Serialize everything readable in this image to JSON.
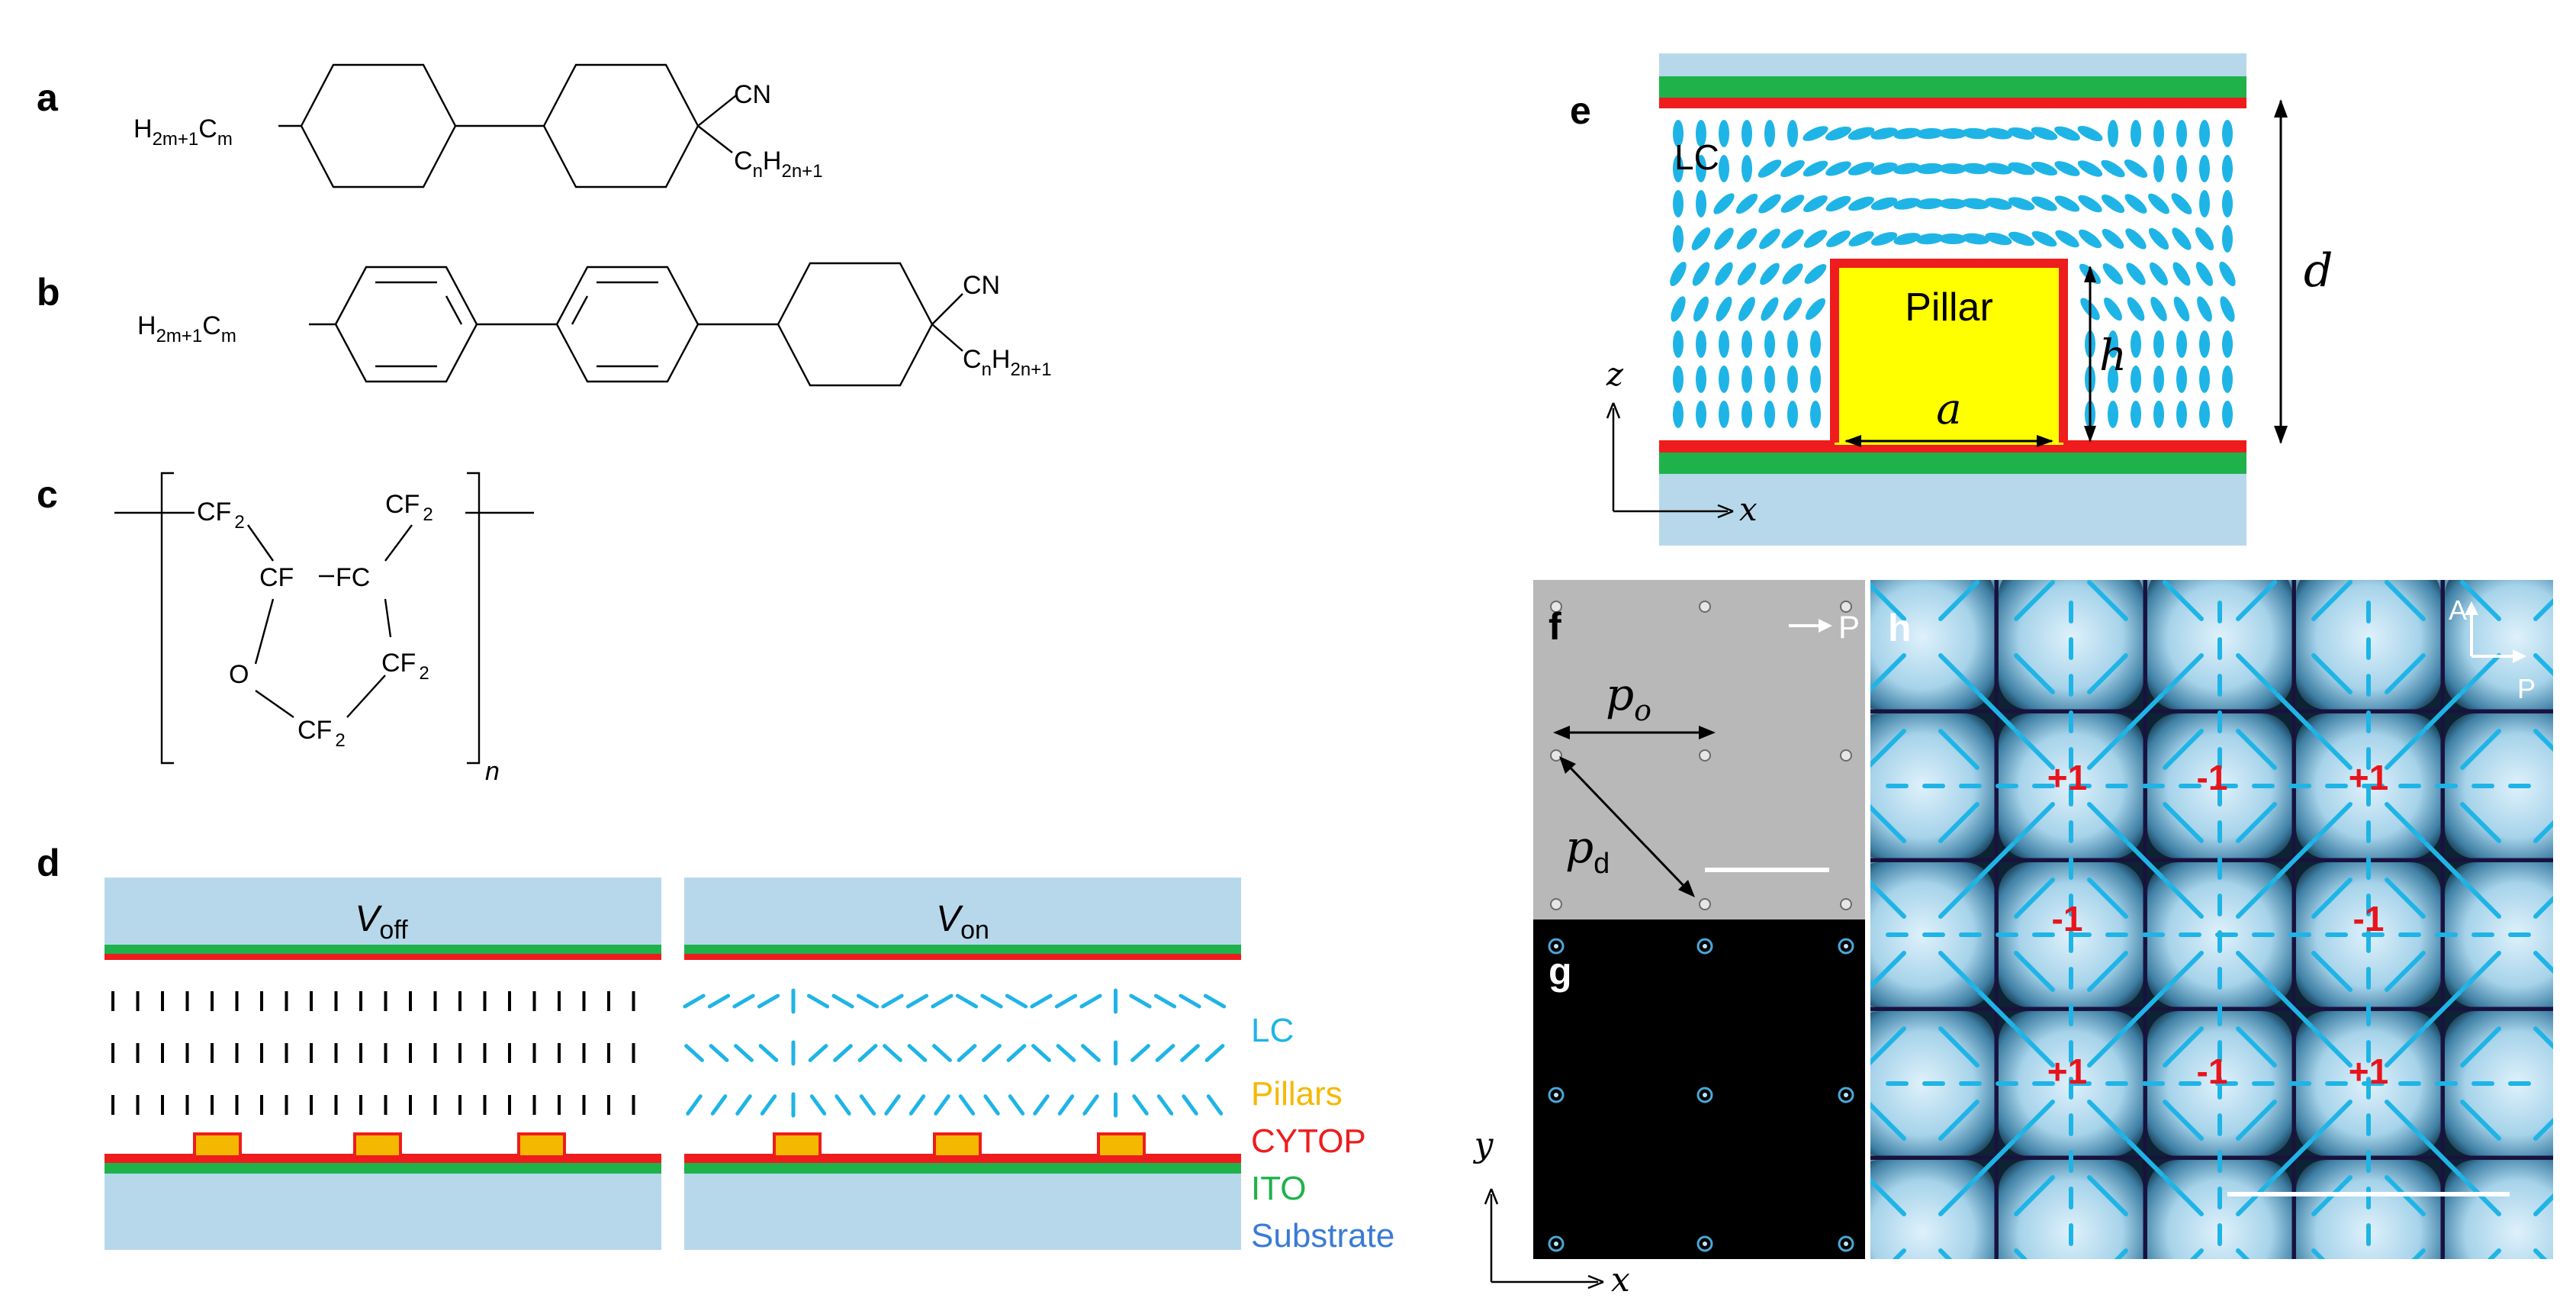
{
  "panel_labels": {
    "a": "a",
    "b": "b",
    "c": "c",
    "d": "d",
    "e": "e",
    "f": "f",
    "g": "g",
    "h": "h"
  },
  "chem": {
    "alkyl_left": "H",
    "alkyl_left_sub1": "2m+1",
    "alkyl_left_c": "C",
    "alkyl_left_sub2": "m",
    "cn": "CN",
    "alkyl_right_c": "C",
    "alkyl_right_sub1": "n",
    "alkyl_right_h": "H",
    "alkyl_right_sub2": "2n+1",
    "cf2": "CF",
    "cf2_sub": "2",
    "cf": "CF",
    "fc": "FC",
    "o": "O",
    "repeat_n": "n"
  },
  "panel_d": {
    "off_label": "V",
    "off_sub": "off",
    "on_label": "V",
    "on_sub": "on",
    "legend": [
      {
        "text": "LC",
        "color": "#1fb4e6"
      },
      {
        "text": "Pillars",
        "color": "#f5b800"
      },
      {
        "text": "CYTOP",
        "color": "#ee1c1c"
      },
      {
        "text": "ITO",
        "color": "#1fb24a"
      },
      {
        "text": "Substrate",
        "color": "#3a7bd5"
      }
    ]
  },
  "panel_e": {
    "lc_label": "LC",
    "pillar_label": "Pillar",
    "a_label": "a",
    "h_label": "h",
    "d_label": "d",
    "z_label": "z",
    "x_label": "x"
  },
  "panel_f": {
    "p_label": "P",
    "po": "p",
    "po_sub": "o",
    "pd": "p",
    "pd_sub": "d"
  },
  "panel_fg_axes": {
    "y_label": "y",
    "x_label": "x"
  },
  "panel_h": {
    "a_label": "A",
    "p_label": "P",
    "charges": [
      "+1",
      "-1",
      "+1",
      "-1",
      "-1",
      "+1",
      "-1",
      "+1"
    ]
  },
  "colors": {
    "substrate": "#b7d8ea",
    "ito": "#1fb24a",
    "cytop": "#ee1c1c",
    "pillar": "#ffff00",
    "pillar_small": "#f5b800",
    "lc": "#1fb4e6",
    "charge": "#e8141c"
  }
}
